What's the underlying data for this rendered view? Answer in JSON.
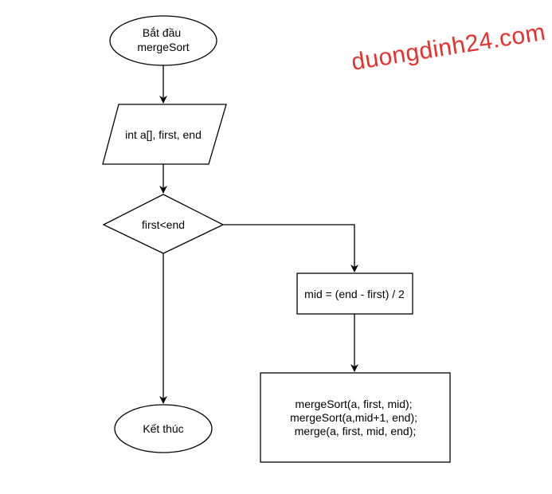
{
  "diagram": {
    "start_label": [
      "Bắt đầu",
      "mergeSort"
    ],
    "input_label": "int a[], first, end",
    "decision_label": "first<end",
    "process_mid_label": "mid = (end - first) / 2",
    "process_calls_label": [
      "mergeSort(a, first, mid);",
      "mergeSort(a,mid+1, end);",
      "merge(a, first, mid, end);"
    ],
    "end_label": "Kết thúc"
  },
  "watermark": {
    "text": "duongdinh24.com",
    "color": "#e8302c"
  },
  "colors": {
    "stroke": "#000000",
    "fill": "#ffffff"
  }
}
